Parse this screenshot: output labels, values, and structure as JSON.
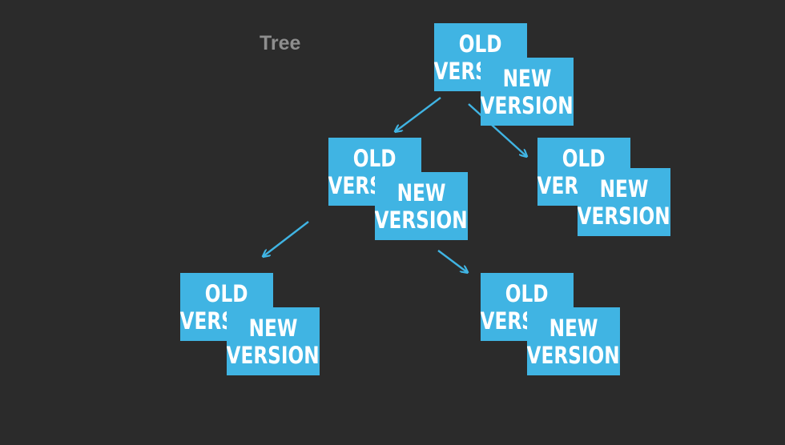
{
  "title": "Tree",
  "colors": {
    "background": "#2b2b2b",
    "card": "#40b4e3",
    "text": "#ffffff",
    "title": "#8e8e8e",
    "arrow": "#40b4e3"
  },
  "nodes": [
    {
      "old": [
        "OLD",
        "VERSION"
      ],
      "new": [
        "NEW",
        "VERSION"
      ]
    },
    {
      "old": [
        "OLD",
        "VERSION"
      ],
      "new": [
        "NEW",
        "VERSION"
      ]
    },
    {
      "old": [
        "OLD",
        "VERSION"
      ],
      "new": [
        "NEW",
        "VERSION"
      ]
    },
    {
      "old": [
        "OLD",
        "VERSION"
      ],
      "new": [
        "NEW",
        "VERSION"
      ]
    },
    {
      "old": [
        "OLD",
        "VERSION"
      ],
      "new": [
        "NEW",
        "VERSION"
      ]
    }
  ]
}
